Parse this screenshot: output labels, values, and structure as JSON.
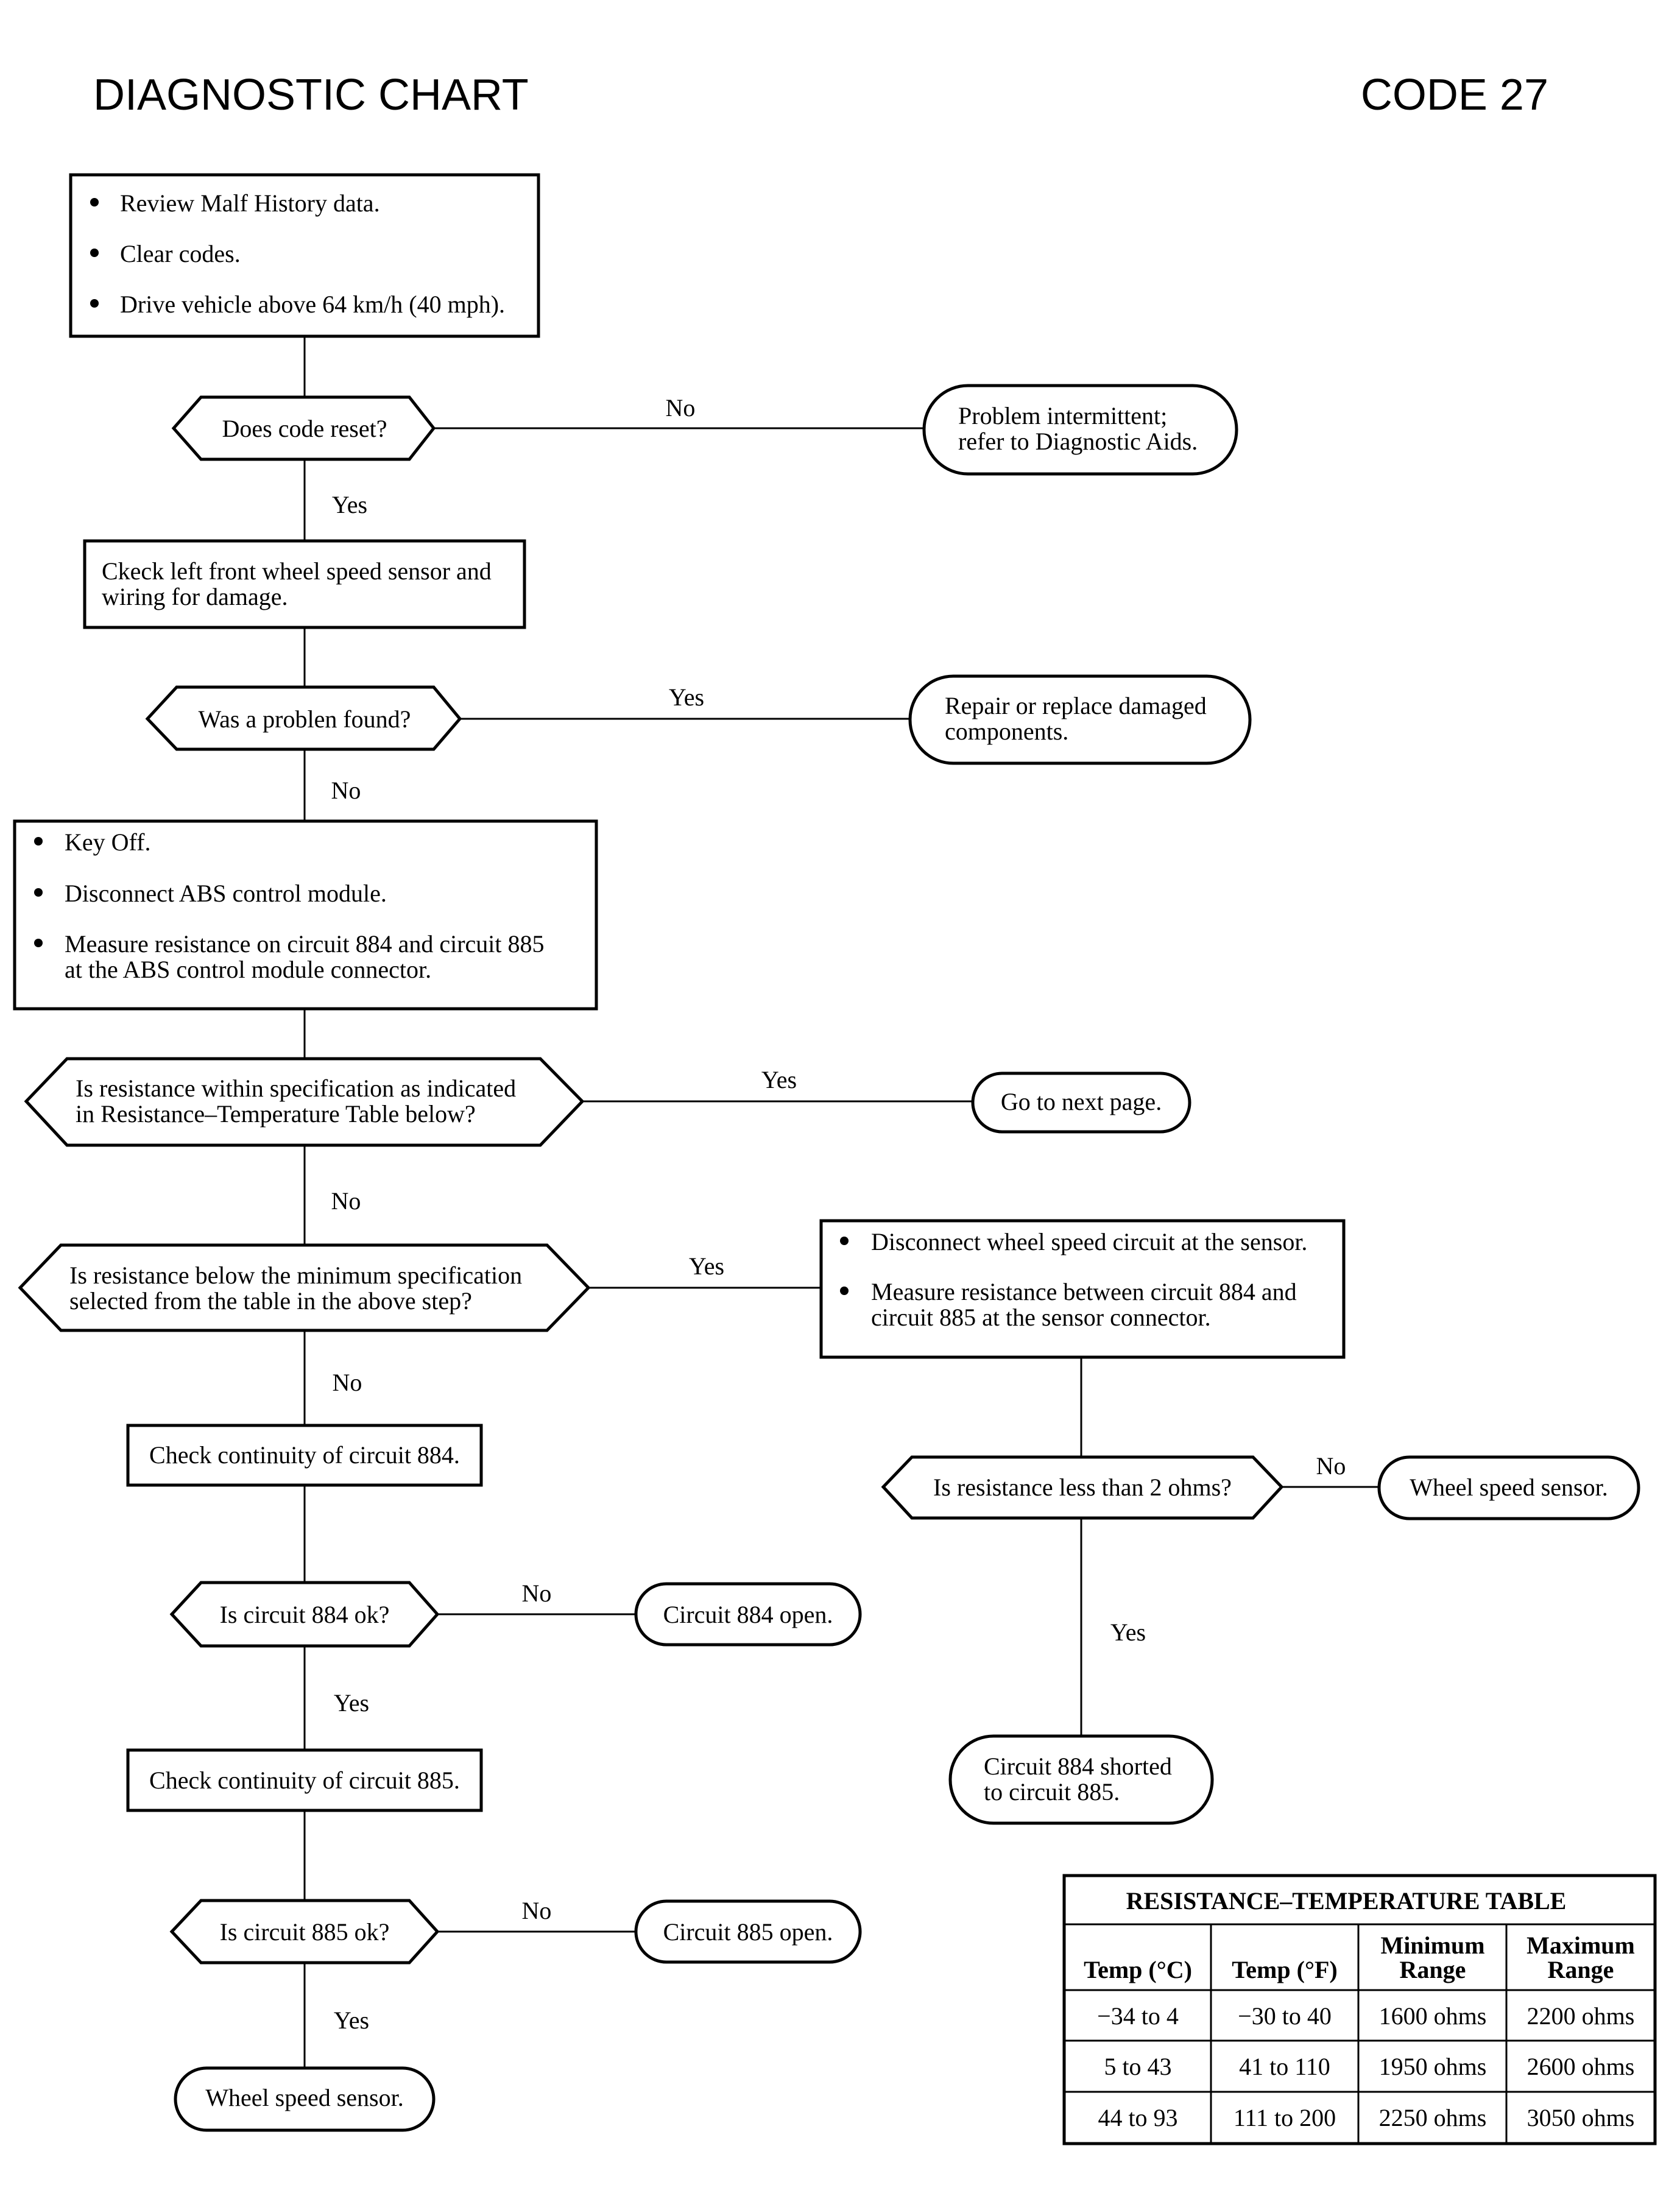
{
  "header": {
    "title": "DIAGNOSTIC CHART",
    "code": "CODE 27"
  },
  "flow": {
    "start_steps": [
      "Review Malf History data.",
      "Clear codes.",
      "Drive vehicle above 64 km/h (40 mph)."
    ],
    "q_code_reset": "Does code reset?",
    "lbl_no_1": "No",
    "end_intermittent": [
      "Problem intermittent;",
      "refer to Diagnostic Aids."
    ],
    "lbl_yes_1": "Yes",
    "check_sensor": [
      "Ckeck left front wheel speed sensor and",
      "wiring for damage."
    ],
    "q_problem_found": "Was a problen found?",
    "lbl_yes_2": "Yes",
    "end_repair": [
      "Repair or replace damaged",
      "components."
    ],
    "lbl_no_2": "No",
    "module_steps": {
      "key_off": "Key Off.",
      "disconnect": "Disconnect ABS control module.",
      "measure": [
        "Measure resistance on circuit 884 and circuit 885",
        "at the ABS control module connector."
      ]
    },
    "q_within_spec": [
      "Is resistance within specification as indicated",
      "in Resistance–Temperature Table below?"
    ],
    "lbl_yes_3": "Yes",
    "end_next_page": "Go to next page.",
    "lbl_no_3": "No",
    "q_below_min": [
      "Is resistance below the minimum specification",
      "selected from the table in the above step?"
    ],
    "lbl_yes_4": "Yes",
    "sensor_steps": {
      "disconnect": "Disconnect wheel speed circuit at the sensor.",
      "measure": [
        "Measure resistance between circuit 884 and",
        "circuit 885 at the sensor connector."
      ]
    },
    "lbl_no_4": "No",
    "check_884": "Check continuity of circuit 884.",
    "q_less_2": "Is resistance less than 2 ohms?",
    "lbl_no_5": "No",
    "end_wss_right": "Wheel speed sensor.",
    "q_884_ok": "Is circuit 884 ok?",
    "lbl_no_6": "No",
    "end_884_open": "Circuit 884 open.",
    "lbl_yes_5": "Yes",
    "lbl_yes_6": "Yes",
    "check_885": "Check continuity of circuit 885.",
    "end_shorted": [
      "Circuit 884 shorted",
      "to circuit 885."
    ],
    "q_885_ok": "Is circuit 885 ok?",
    "lbl_no_7": "No",
    "end_885_open": "Circuit 885 open.",
    "lbl_yes_7": "Yes",
    "end_wss_bottom": "Wheel speed sensor."
  },
  "table": {
    "title": "RESISTANCE–TEMPERATURE TABLE",
    "headers": [
      "Temp (°C)",
      "Temp (°F)",
      "Minimum Range",
      "Maximum Range"
    ],
    "rows": [
      [
        "−34 to 4",
        "−30 to 40",
        "1600 ohms",
        "2200 ohms"
      ],
      [
        "5 to 43",
        "41 to 110",
        "1950 ohms",
        "2600 ohms"
      ],
      [
        "44 to 93",
        "111 to 200",
        "2250 ohms",
        "3050 ohms"
      ]
    ]
  }
}
